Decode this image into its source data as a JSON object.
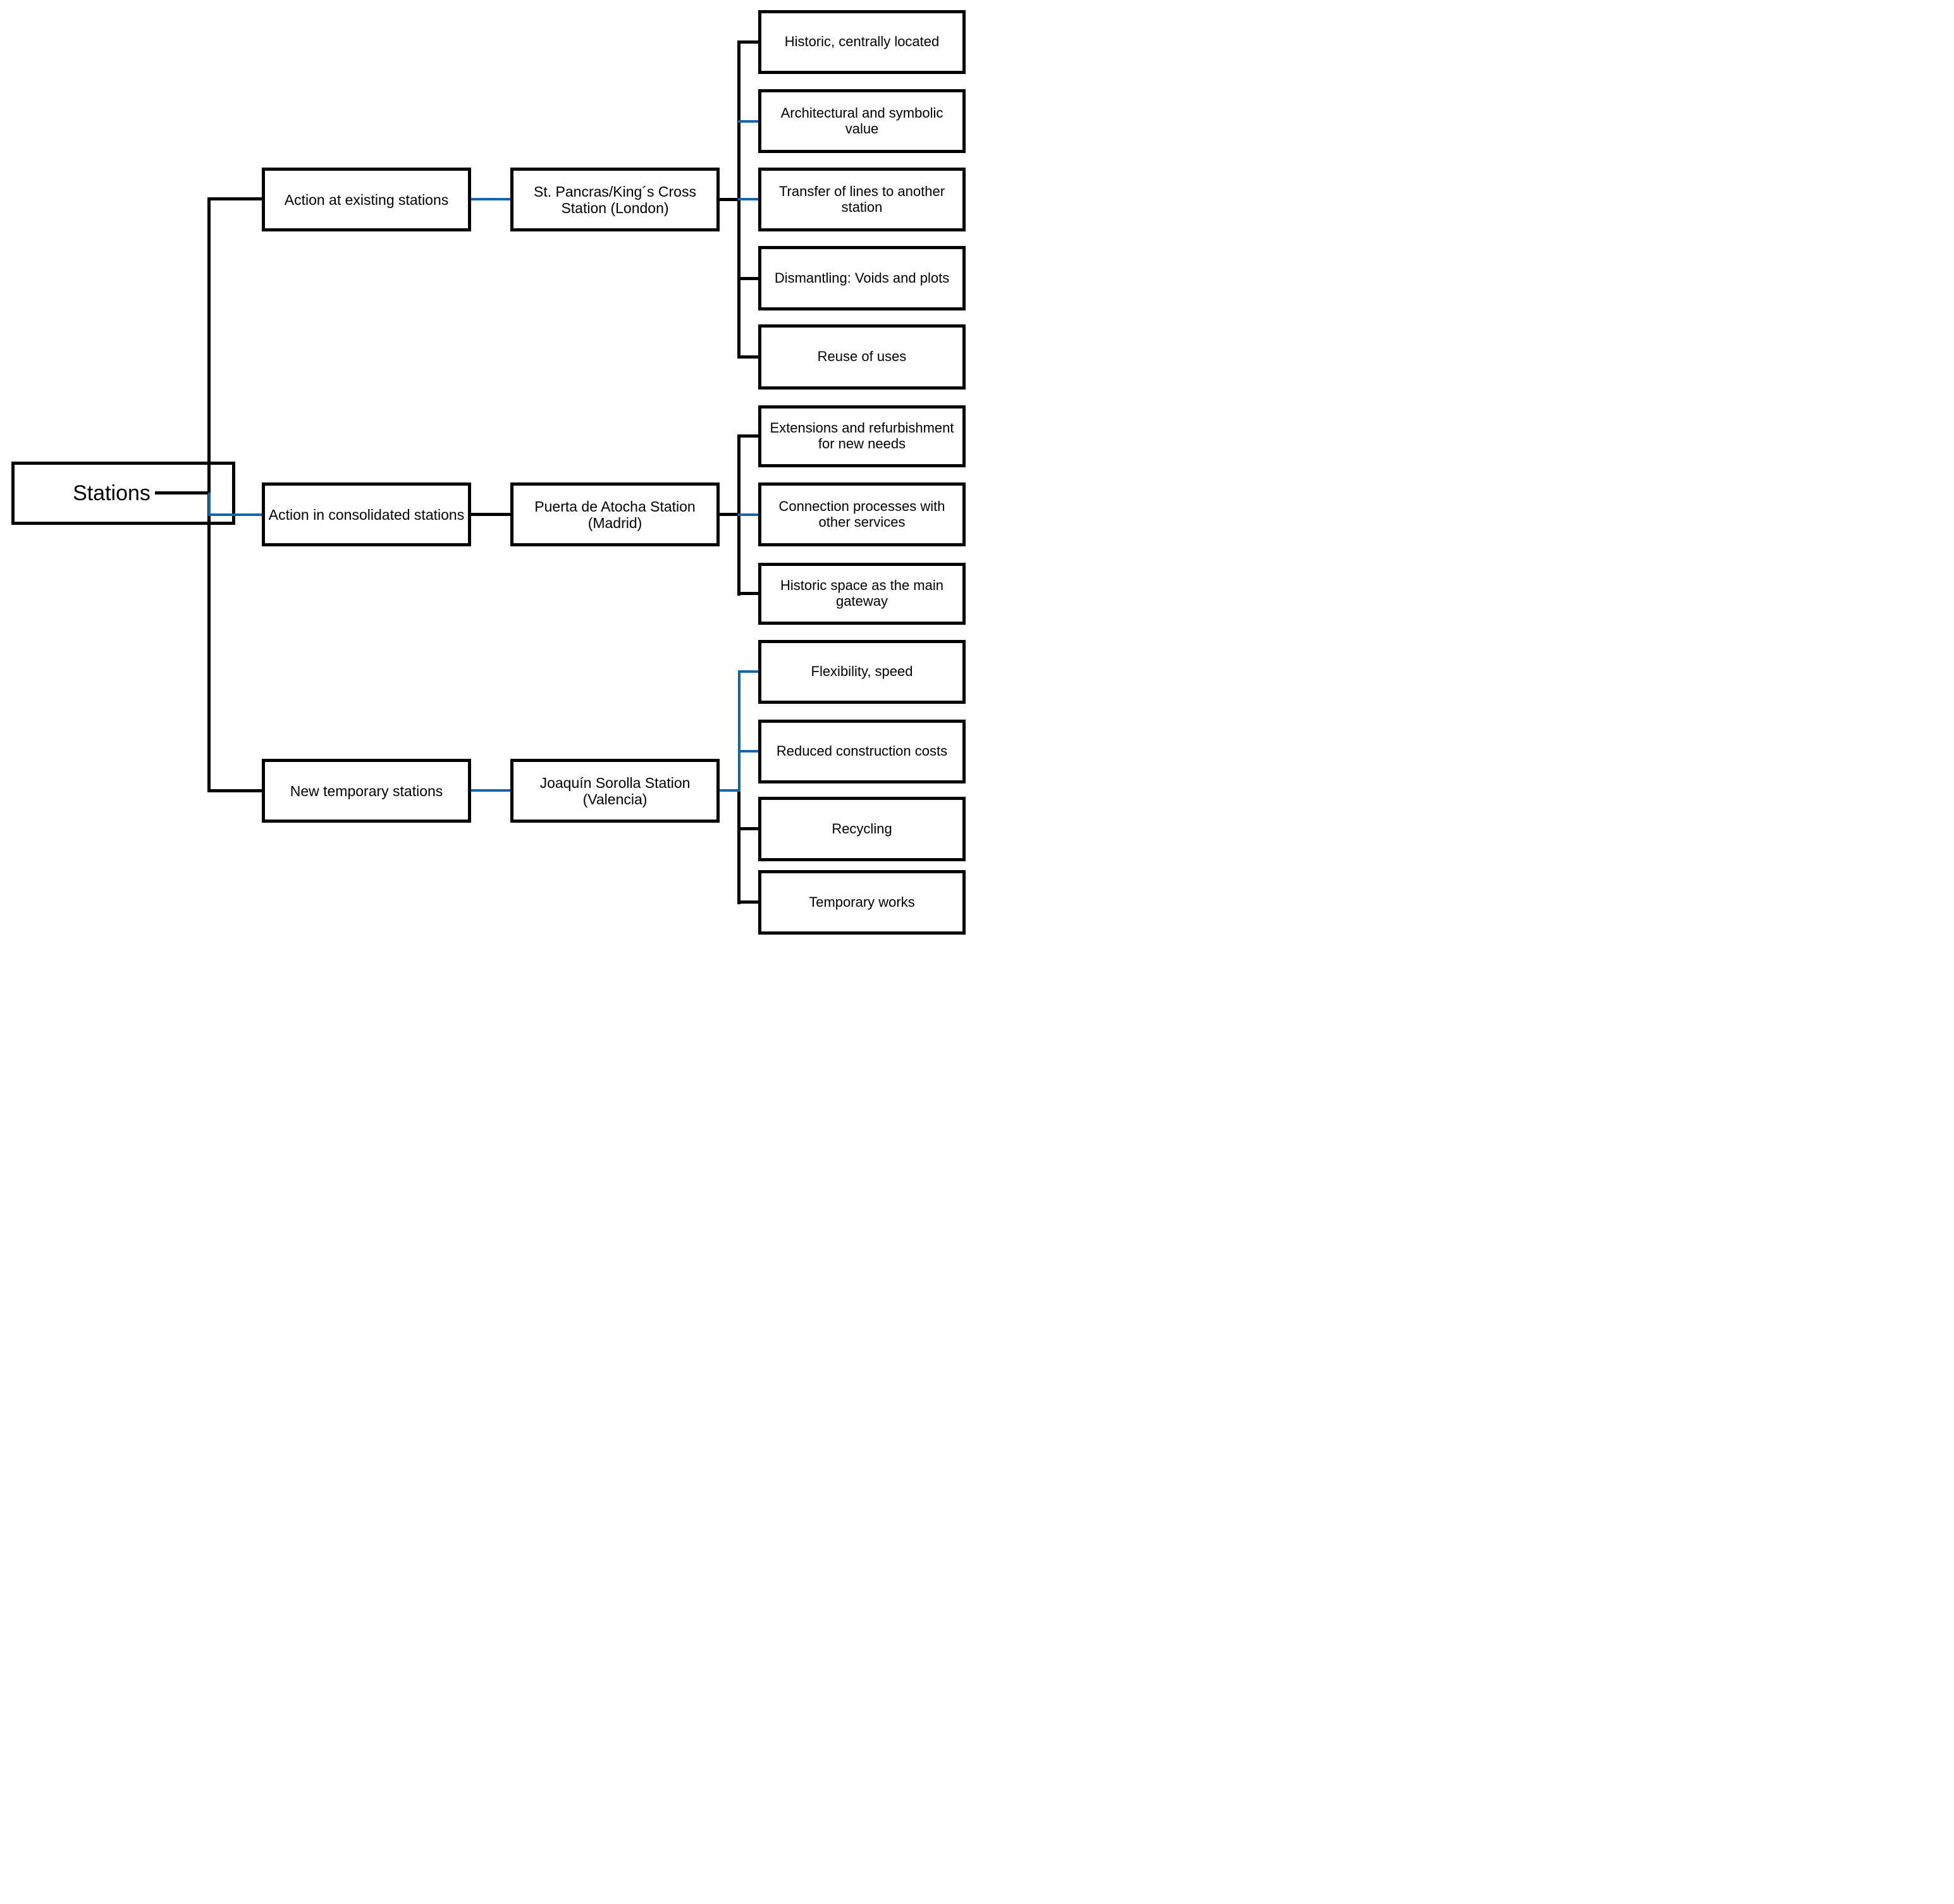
{
  "root": {
    "label": "Stations"
  },
  "branches": [
    {
      "category": {
        "label": "Action at existing stations",
        "connector_to_station": "blue"
      },
      "station": {
        "label": "St. Pancras/King´s Cross Station (London)",
        "connector_to_bracket": "black"
      },
      "leaves": [
        {
          "label": "Historic, centrally located",
          "stub_color": "black"
        },
        {
          "label": "Architectural and symbolic value",
          "stub_color": "blue"
        },
        {
          "label": "Transfer of lines to another station",
          "stub_color": "blue"
        },
        {
          "label": "Dismantling: Voids and plots",
          "stub_color": "black"
        },
        {
          "label": "Reuse of uses",
          "stub_color": "black"
        }
      ]
    },
    {
      "category": {
        "label": "Action in consolidated stations",
        "connector_to_station": "black"
      },
      "station": {
        "label": "Puerta de Atocha Station (Madrid)",
        "connector_to_bracket": "black"
      },
      "leaves": [
        {
          "label": "Extensions and refurbishment for new needs",
          "stub_color": "black"
        },
        {
          "label": "Connection processes with other services",
          "stub_color": "blue"
        },
        {
          "label": "Historic space as the main gateway",
          "stub_color": "black"
        }
      ]
    },
    {
      "category": {
        "label": "New temporary stations",
        "connector_to_station": "blue"
      },
      "station": {
        "label": "Joaquín Sorolla Station (Valencia)",
        "connector_to_bracket": "blue"
      },
      "leaves": [
        {
          "label": "Flexibility, speed",
          "stub_color": "blue"
        },
        {
          "label": "Reduced construction costs",
          "stub_color": "blue"
        },
        {
          "label": "Recycling",
          "stub_color": "black"
        },
        {
          "label": "Temporary works",
          "stub_color": "black"
        }
      ]
    }
  ],
  "colors": {
    "background": "#ffffff",
    "box_fill": "#ffffff",
    "box_border": "#000000",
    "connector_black": "#000000",
    "connector_blue": "#1267b3",
    "text": "#000000"
  }
}
